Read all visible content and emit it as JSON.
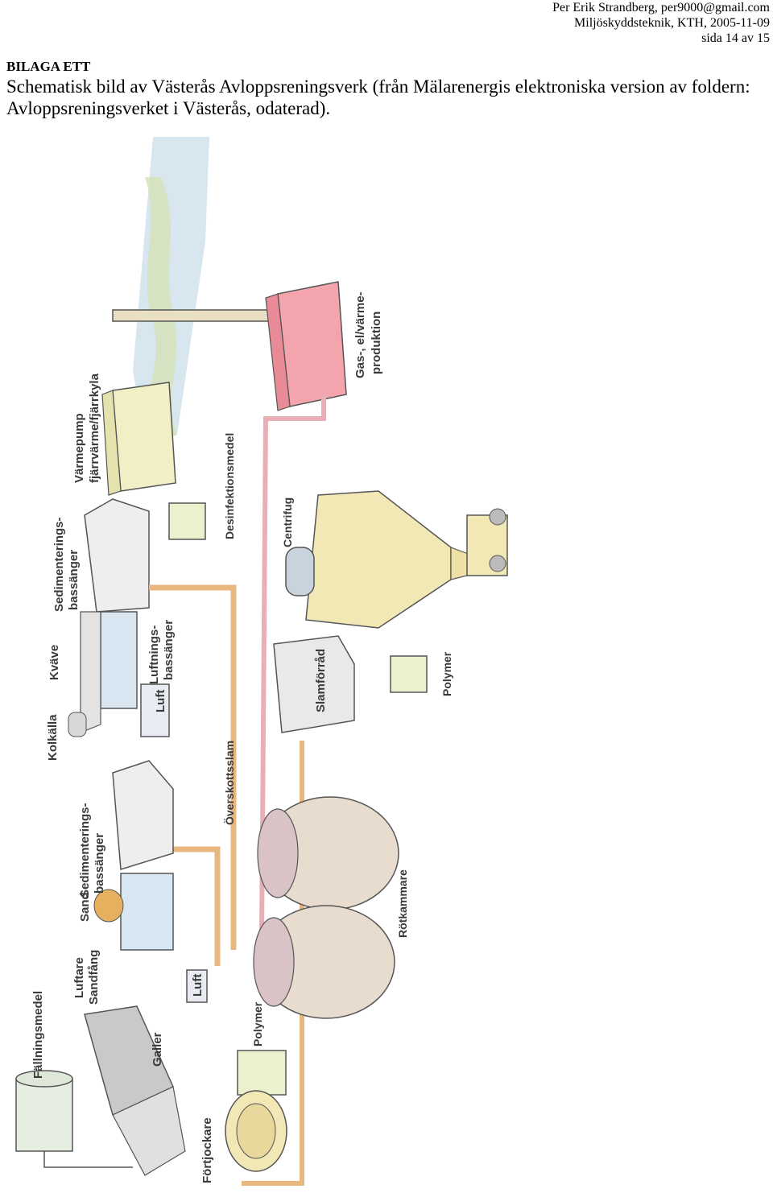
{
  "header": {
    "author": "Per Erik Strandberg, per9000@gmail.com",
    "affiliation": "Miljöskyddsteknik, KTH, 2005-11-09",
    "page": "sida 14 av 15"
  },
  "appendix_heading": "BILAGA ETT",
  "caption": "Schematisk bild av Västerås Avloppsreningsverk (från Mälarenergis elektroniska version av foldern: Avloppsreningsverket i Västerås, odaterad).",
  "figure": {
    "labels": {
      "gas": "Gas-, el/värme-",
      "gas2": "produktion",
      "varmepump": "Värmepump",
      "varmepump2": "fjärrvärme/fjärrkyla",
      "desinfektion": "Desinfektionsmedel",
      "centrifug": "Centrifug",
      "sediment_top": "Sedimenterings-",
      "sediment_top2": "bassänger",
      "kvave": "Kväve",
      "luftning": "Luftnings-",
      "luftning2": "bassänger",
      "luft_1": "Luft",
      "slamforrad": "Slamförråd",
      "polymer_1": "Polymer",
      "kolkalla": "Kolkälla",
      "overskottsslam": "Överskottsslam",
      "sediment_bottom": "Sedimenterings-",
      "sediment_bottom2": "bassänger",
      "sand": "Sand",
      "rotkammare": "Rötkammare",
      "luftare": "Luftare",
      "sandfang": "Sandfång",
      "luft_2": "Luft",
      "fallningsmedel": "Fällningsmedel",
      "galler": "Galler",
      "polymer_2": "Polymer",
      "fortjockare": "Förtjockare"
    },
    "colors": {
      "sky": "#d7e6ef",
      "plume": "#d6e2b8",
      "gas_box": "#f3a4ad",
      "heat_pump": "#f1efc6",
      "basin_water": "#d8e7f2",
      "pipe": "#e8b780",
      "sludge_pipe": "#e8b0b4",
      "digester": "#e7dccd",
      "silo": "#f2e8b5",
      "chemical_box": "#edf0cd"
    }
  }
}
